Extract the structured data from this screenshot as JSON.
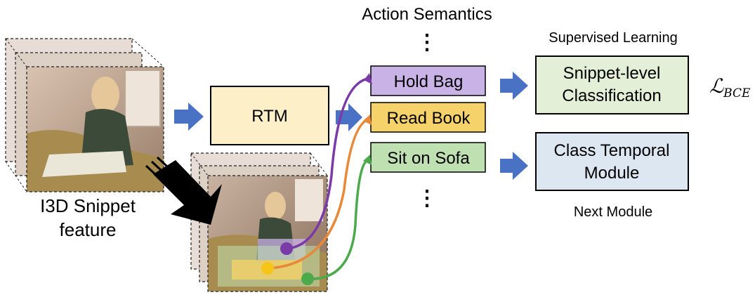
{
  "header": {
    "title": "Action Semantics"
  },
  "left": {
    "caption_line1": "I3D Snippet",
    "caption_line2": "feature"
  },
  "rtm": {
    "label": "RTM"
  },
  "actions": [
    {
      "label": "Hold Bag",
      "color": "#c9b3e6",
      "line_color": "#7a3aa8"
    },
    {
      "label": "Read Book",
      "color": "#f5d26a",
      "line_color": "#e8893a"
    },
    {
      "label": "Sit on Sofa",
      "color": "#bfe0b0",
      "line_color": "#4caa4c"
    }
  ],
  "ellipsis": {
    "top": "⋮",
    "bottom": "⋮"
  },
  "supervised": {
    "heading": "Supervised Learning",
    "box_line1": "Snippet-level",
    "box_line2": "Classification",
    "loss_symbol": "ℒ",
    "loss_sub": "BCE"
  },
  "next": {
    "box_line1": "Class Temporal",
    "box_line2": "Module",
    "caption": "Next Module"
  },
  "colors": {
    "arrow": "#4a72c4",
    "rtm_fill": "#fdf0c8",
    "supervised_fill": "#e4efd8",
    "next_fill": "#dde7f2"
  }
}
